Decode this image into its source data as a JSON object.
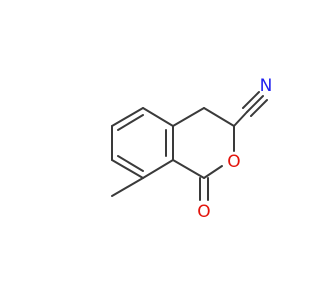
{
  "molecule": {
    "atoms": [
      {
        "id": "N",
        "label": "N",
        "color": "#1f1ff0"
      },
      {
        "id": "O_ring",
        "label": "O",
        "color": "#e3140c"
      },
      {
        "id": "O_carbonyl",
        "label": "O",
        "color": "#e3140c"
      }
    ],
    "bond_color": "#3a3a3a"
  }
}
